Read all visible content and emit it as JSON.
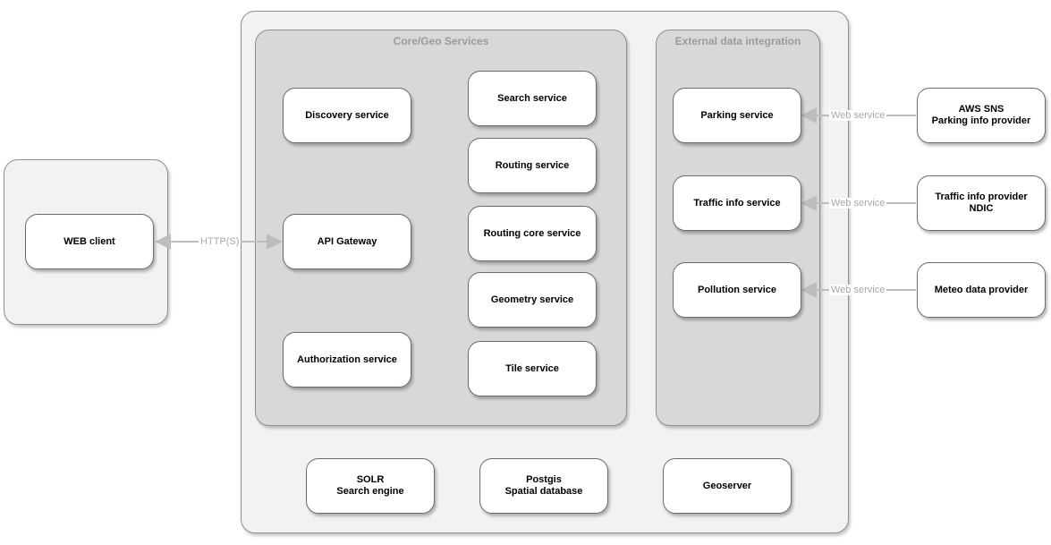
{
  "groups": {
    "core": {
      "title": "Core/Geo Services"
    },
    "external": {
      "title": "External data integration"
    }
  },
  "nodes": {
    "web_client": "WEB client",
    "discovery": "Discovery service",
    "api_gateway": "API Gateway",
    "authorization": "Authorization service",
    "search": "Search service",
    "routing": "Routing service",
    "routing_core": "Routing core service",
    "geometry": "Geometry service",
    "tile": "Tile service",
    "parking": "Parking service",
    "traffic": "Traffic info service",
    "pollution": "Pollution service",
    "aws_sns": {
      "line1": "AWS SNS",
      "line2": "Parking info provider"
    },
    "traffic_provider": {
      "line1": "Traffic info provider",
      "line2": "NDIC"
    },
    "meteo": "Meteo data provider",
    "solr": {
      "line1": "SOLR",
      "line2": "Search engine"
    },
    "postgis": {
      "line1": "Postgis",
      "line2": "Spatial database"
    },
    "geoserver": "Geoserver"
  },
  "connections": {
    "http": "HTTP(S)",
    "web_service_parking": "Web service",
    "web_service_traffic": "Web service",
    "web_service_meteo": "Web service"
  },
  "colors": {
    "outer_fill": "#f2f2f2",
    "inner_fill": "#d8d8d8",
    "arrow": "#bdbdbd",
    "label": "#a8a8a8"
  }
}
